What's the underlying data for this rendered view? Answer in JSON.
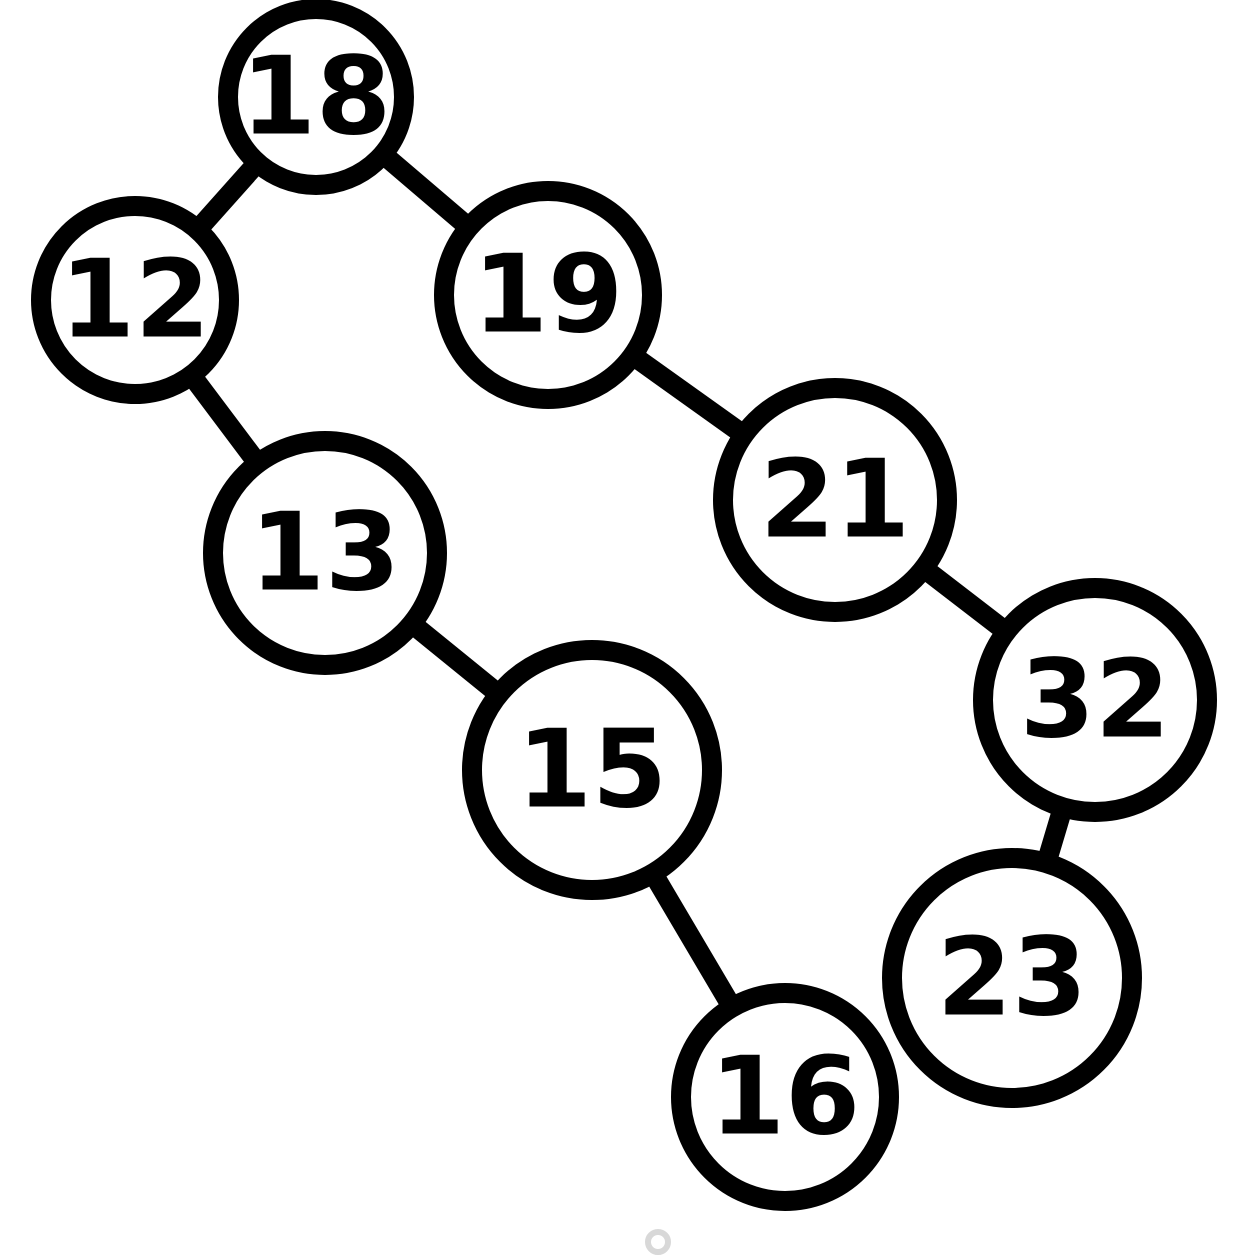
{
  "diagram": {
    "type": "binary-search-tree",
    "ink_color": "#000000",
    "background_color": "#ffffff",
    "nodes": [
      {
        "id": "n18",
        "label": "18"
      },
      {
        "id": "n12",
        "label": "12"
      },
      {
        "id": "n19",
        "label": "19"
      },
      {
        "id": "n13",
        "label": "13"
      },
      {
        "id": "n21",
        "label": "21"
      },
      {
        "id": "n15",
        "label": "15"
      },
      {
        "id": "n32",
        "label": "32"
      },
      {
        "id": "n16",
        "label": "16"
      },
      {
        "id": "n23",
        "label": "23"
      }
    ],
    "edges": [
      {
        "from": "n18",
        "to": "n12"
      },
      {
        "from": "n18",
        "to": "n19"
      },
      {
        "from": "n12",
        "to": "n13"
      },
      {
        "from": "n13",
        "to": "n15"
      },
      {
        "from": "n15",
        "to": "n16"
      },
      {
        "from": "n19",
        "to": "n21"
      },
      {
        "from": "n21",
        "to": "n32"
      },
      {
        "from": "n32",
        "to": "n23"
      }
    ]
  }
}
